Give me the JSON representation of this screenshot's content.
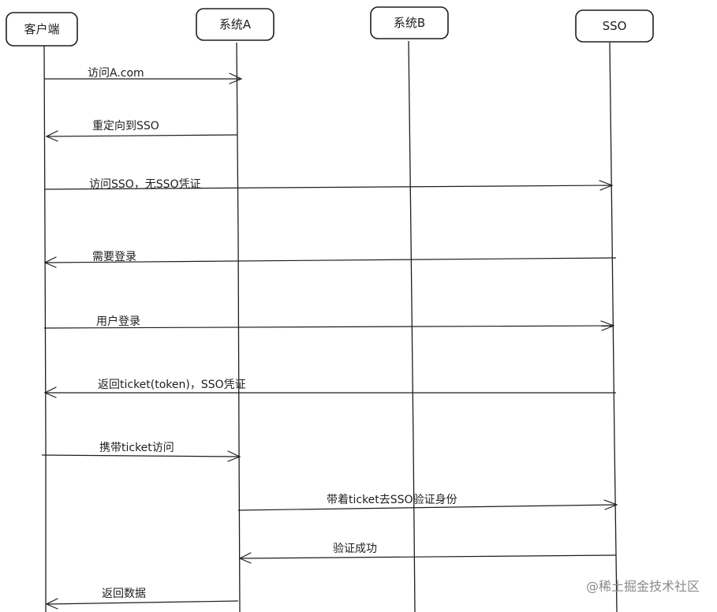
{
  "participants": [
    {
      "id": "client",
      "label": "客户端"
    },
    {
      "id": "sysA",
      "label": "系统A"
    },
    {
      "id": "sysB",
      "label": "系统B"
    },
    {
      "id": "sso",
      "label": "SSO"
    }
  ],
  "messages": [
    {
      "from": "client",
      "to": "sysA",
      "label": "访问A.com"
    },
    {
      "from": "sysA",
      "to": "client",
      "label": "重定向到SSO"
    },
    {
      "from": "client",
      "to": "sso",
      "label": "访问SSO，无SSO凭证"
    },
    {
      "from": "sso",
      "to": "client",
      "label": "需要登录"
    },
    {
      "from": "client",
      "to": "sso",
      "label": "用户登录"
    },
    {
      "from": "sso",
      "to": "client",
      "label": "返回ticket(token)，SSO凭证"
    },
    {
      "from": "client",
      "to": "sysA",
      "label": "携带ticket访问"
    },
    {
      "from": "sysA",
      "to": "sso",
      "label": "带着ticket去SSO验证身份"
    },
    {
      "from": "sso",
      "to": "sysA",
      "label": "验证成功"
    },
    {
      "from": "sysA",
      "to": "client",
      "label": "返回数据"
    }
  ],
  "watermark": "@稀土掘金技术社区"
}
